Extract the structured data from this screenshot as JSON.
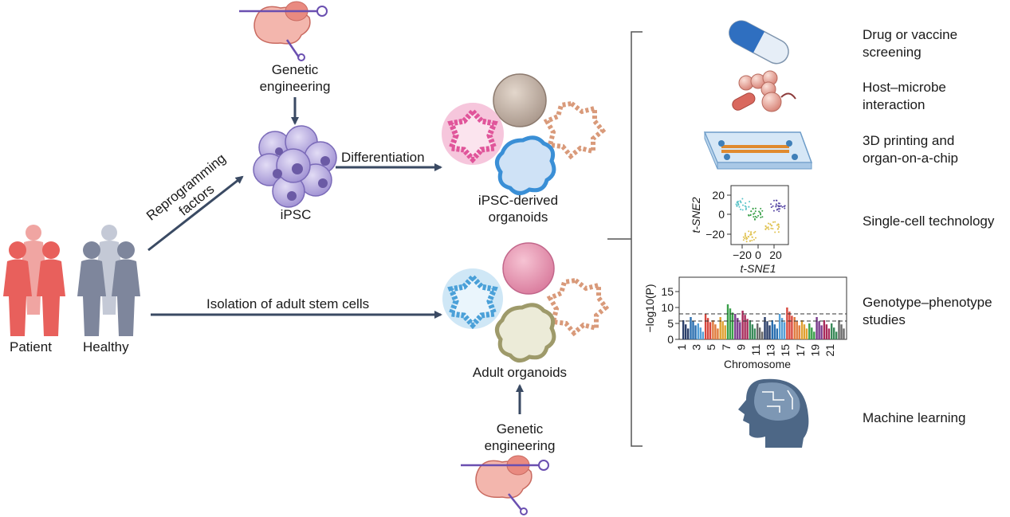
{
  "colors": {
    "patient": "#e8605c",
    "healthy": "#7e869c",
    "ipsc": "#a99ad8",
    "arrow": "#3a4a63",
    "bracket": "#555555"
  },
  "labels": {
    "patient": "Patient",
    "healthy": "Healthy",
    "reprogramming": "Reprogramming factors",
    "ipsc": "iPSC",
    "genetic_top": [
      "Genetic",
      "engineering"
    ],
    "genetic_bottom": [
      "Genetic",
      "engineering"
    ],
    "differentiation": "Differentiation",
    "ipsc_organoids": [
      "iPSC-derived",
      "organoids"
    ],
    "isolation": "Isolation of adult stem cells",
    "adult_organoids": "Adult organoids"
  },
  "applications": [
    {
      "lines": [
        "Drug or vaccine",
        "screening"
      ],
      "icon": "pill-icon"
    },
    {
      "lines": [
        "Host–microbe",
        "interaction"
      ],
      "icon": "microbe-icon"
    },
    {
      "lines": [
        "3D printing and",
        "organ-on-a-chip"
      ],
      "icon": "chip-icon"
    },
    {
      "lines": [
        "Single-cell technology"
      ],
      "icon": "tsne-plot"
    },
    {
      "lines": [
        "Genotype–phenotype",
        "studies"
      ],
      "icon": "manhattan-plot"
    },
    {
      "lines": [
        "Machine learning"
      ],
      "icon": "brain-head-icon"
    }
  ],
  "tsne": {
    "xlabel": "t-SNE1",
    "ylabel": "t-SNE2",
    "xticks": [
      "−20",
      "0",
      "20"
    ],
    "yticks": [
      "20",
      "0",
      "−20"
    ]
  },
  "manhattan": {
    "ylabel": "−log10(P)",
    "xlabel": "Chromosome",
    "yticks": [
      "15",
      "10",
      "5",
      "0"
    ],
    "xticks": [
      "1",
      "3",
      "5",
      "7",
      "9",
      "11",
      "13",
      "15",
      "17",
      "19",
      "21"
    ]
  }
}
